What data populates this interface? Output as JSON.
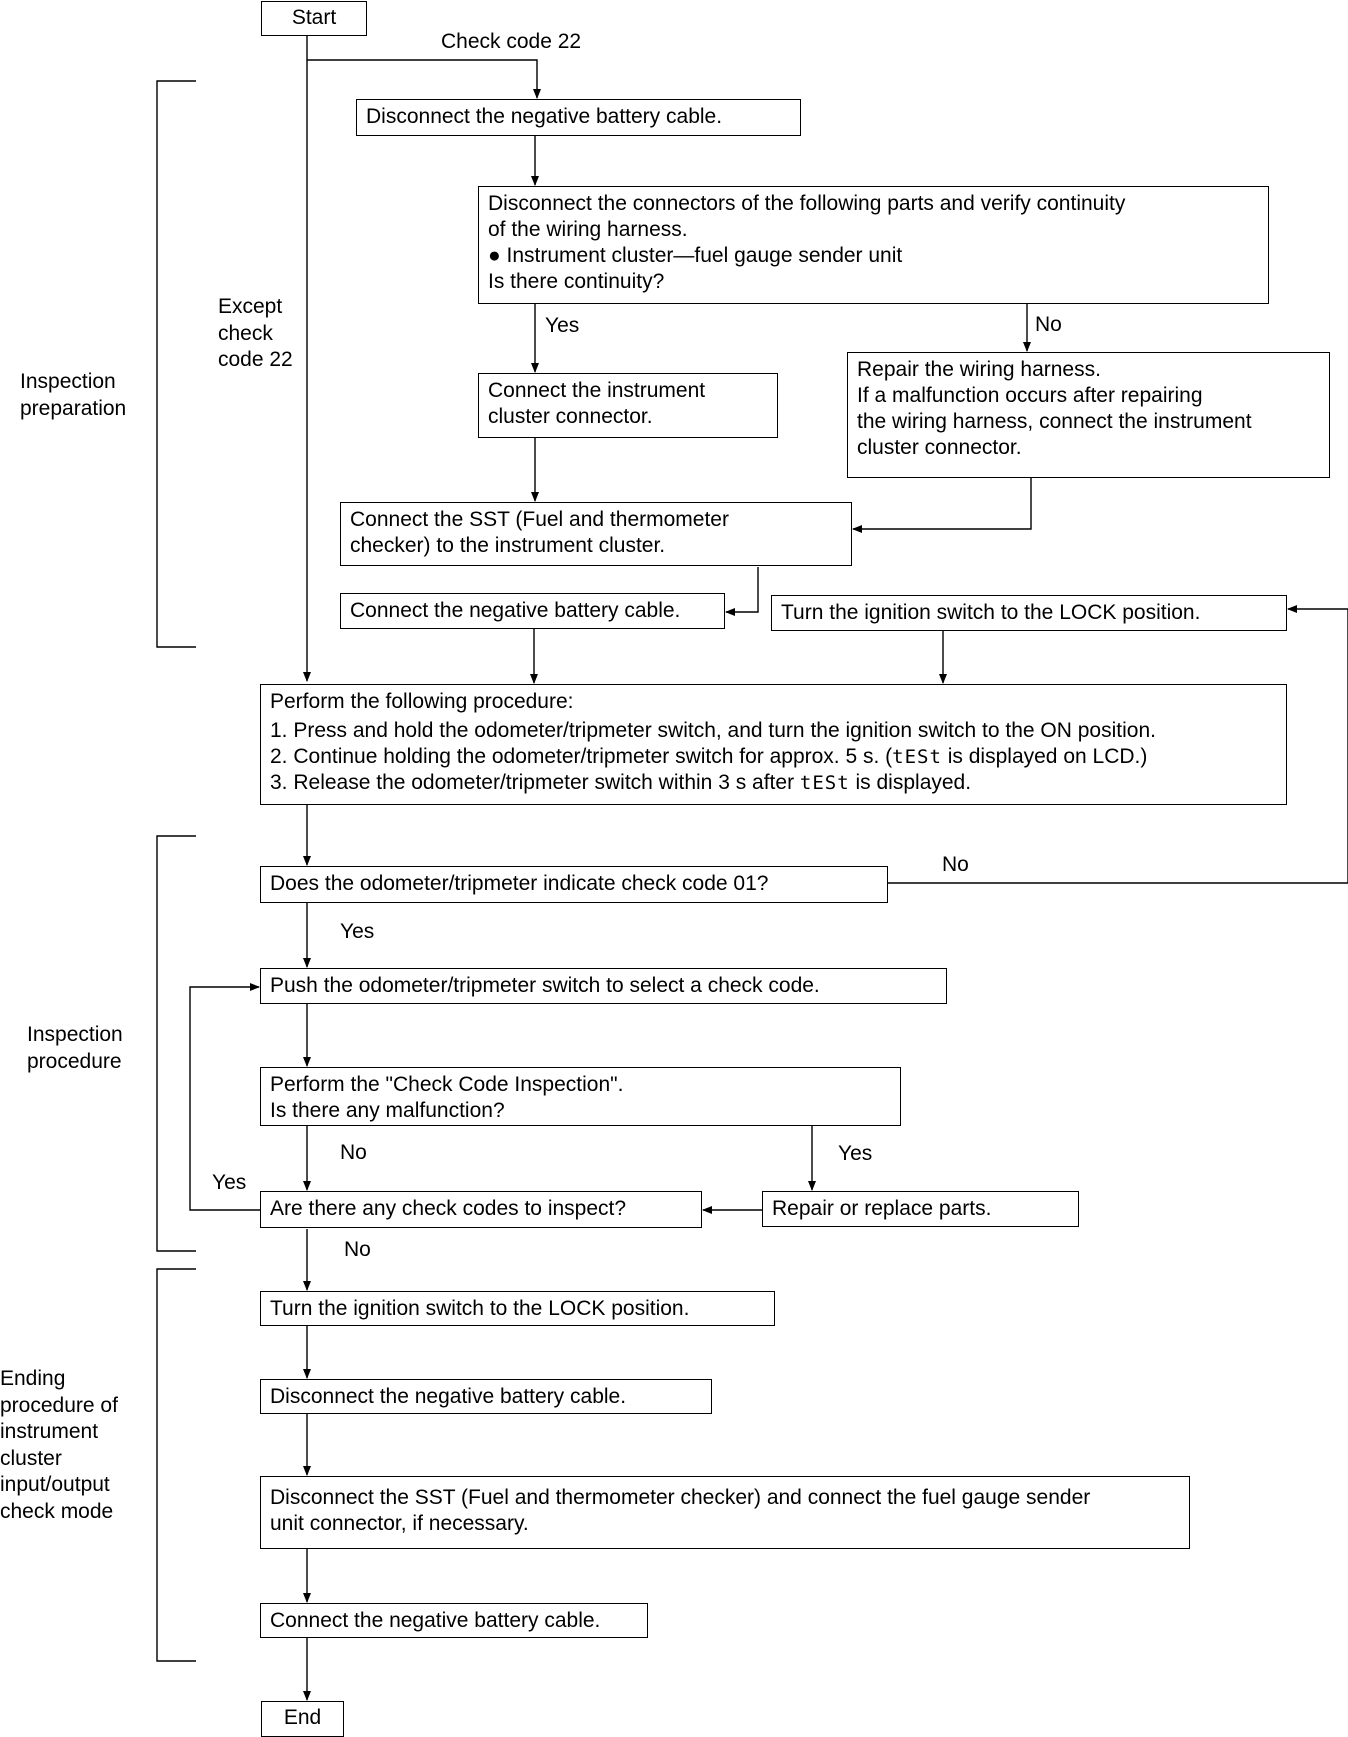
{
  "start": "Start",
  "end": "End",
  "sections": {
    "prep": [
      "Inspection",
      "preparation"
    ],
    "proc": [
      "Inspection",
      "procedure"
    ],
    "ending": [
      "Ending",
      "procedure of",
      "instrument",
      "cluster",
      "input/output",
      "check mode"
    ]
  },
  "labels": {
    "check_code_22": "Check code 22",
    "except": [
      "Except",
      "check",
      "code 22"
    ],
    "yes": "Yes",
    "no": "No"
  },
  "steps": {
    "disconnect_neg_1": "Disconnect the negative battery cable.",
    "continuity": [
      "Disconnect the connectors of the following parts and verify continuity",
      "of the wiring harness.",
      "● Instrument cluster—fuel gauge sender unit",
      "Is there continuity?"
    ],
    "connect_cluster": [
      "Connect the instrument",
      "cluster connector."
    ],
    "repair_harness": [
      "Repair the wiring harness.",
      "If a malfunction occurs after repairing",
      "the wiring harness, connect the instrument",
      "cluster connector."
    ],
    "connect_sst": [
      "Connect the SST (Fuel and thermometer",
      "checker) to the instrument cluster."
    ],
    "connect_neg_1": "Connect the negative battery cable.",
    "ign_lock_1": "Turn the ignition switch to the LOCK position.",
    "procedure": {
      "title": "Perform the following procedure:",
      "step1": "1. Press and hold the odometer/tripmeter switch, and turn the ignition switch to the ON position.",
      "step2_a": "2. Continue holding the odometer/tripmeter switch for approx. 5 s. (",
      "lcd": "tESt",
      "step2_b": " is displayed on LCD.)",
      "step3_a": "3. Release the odometer/tripmeter switch within 3 s after ",
      "step3_b": " is displayed."
    },
    "check_01": "Does the odometer/tripmeter indicate check code 01?",
    "push_switch": "Push the odometer/tripmeter switch to select a check code.",
    "check_inspection": [
      "Perform the \"Check Code Inspection\".",
      "Is there any malfunction?"
    ],
    "any_codes": "Are there any check codes to inspect?",
    "repair_parts": "Repair or replace parts.",
    "ign_lock_2": "Turn the ignition switch to the LOCK position.",
    "disconnect_neg_2": "Disconnect the negative battery cable.",
    "disconnect_sst": [
      "Disconnect the SST (Fuel and thermometer checker) and connect the fuel gauge sender",
      "unit connector, if necessary."
    ],
    "connect_neg_2": "Connect the negative battery cable."
  }
}
